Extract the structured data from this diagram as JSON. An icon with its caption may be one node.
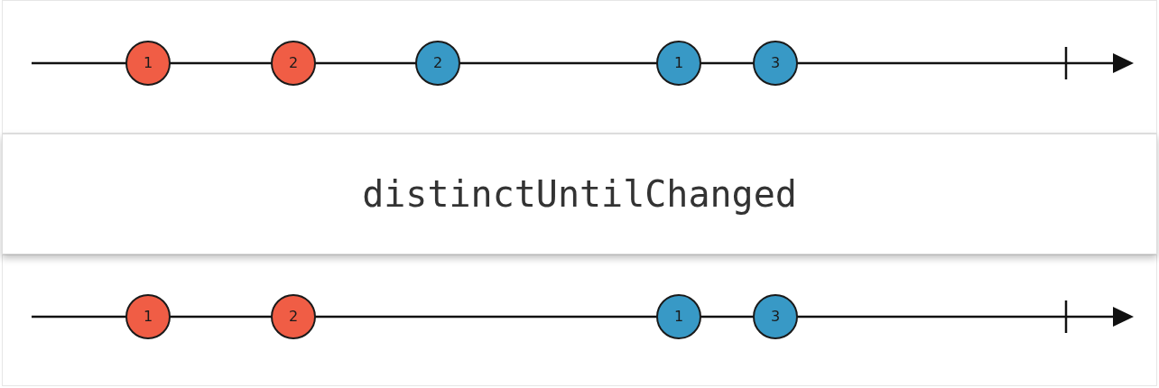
{
  "diagram": {
    "nodes": [
      {
        "text": [
          "1"
        ]
      },
      {
        "text": [
          "2"
        ]
      },
      {
        "text": [
          "2"
        ]
      },
      {
        "text": [
          "1"
        ]
      },
      {
        "text": [
          "3"
        ]
      },
      {
        "text": [
          "distinctUntilChanged"
        ]
      },
      {
        "text": [
          "1"
        ]
      },
      {
        "text": [
          "2"
        ]
      },
      {
        "text": [
          "1"
        ]
      },
      {
        "text": [
          "3"
        ]
      }
    ]
  }
}
